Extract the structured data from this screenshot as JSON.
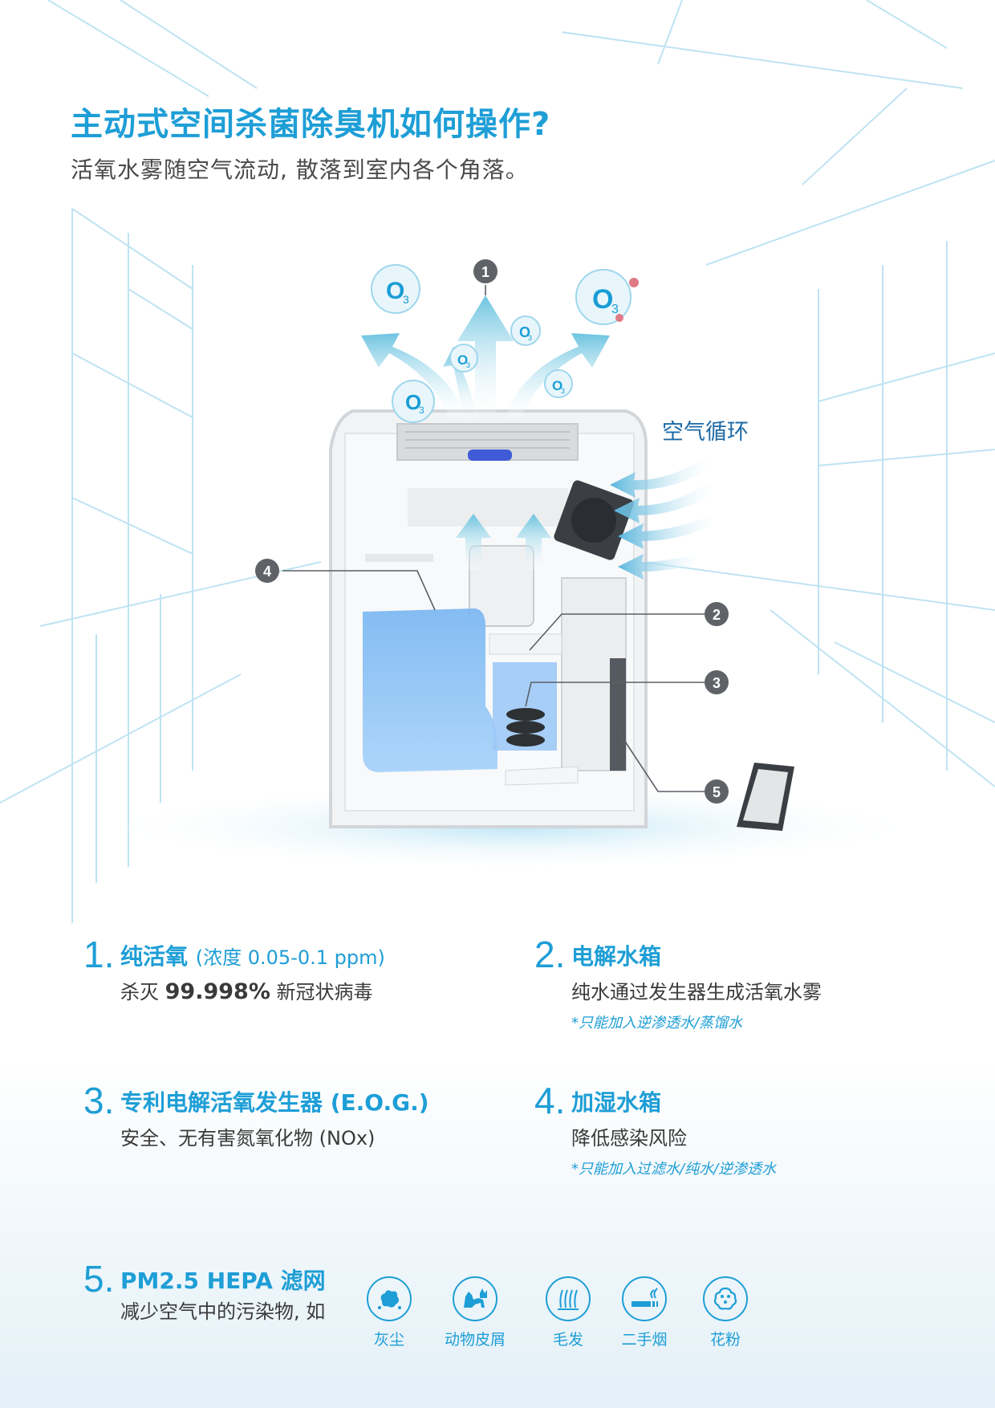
{
  "header": {
    "title": "主动式空间杀菌除臭机如何操作?",
    "subtitle": "活氧水雾随空气流动, 散落到室内各个角落。"
  },
  "diagram": {
    "air_label": "空气循环",
    "callouts": [
      "1",
      "2",
      "3",
      "4",
      "5"
    ],
    "ozone_symbol": "O",
    "ozone_sub": "3",
    "colors": {
      "accent": "#1e9ed6",
      "dark": "#1e6aa6",
      "water": "#8fc4f5"
    }
  },
  "features": [
    {
      "num": "1.",
      "title": "纯活氧",
      "note": "(浓度 0.05-0.1 ppm)",
      "body_pre": "杀灭",
      "body_bold": "99.998%",
      "body_post": "新冠状病毒",
      "footnote": ""
    },
    {
      "num": "2.",
      "title": "电解水箱",
      "note": "",
      "body_pre": "纯水通过发生器生成活氧水雾",
      "body_bold": "",
      "body_post": "",
      "footnote": "*只能加入逆渗透水/蒸馏水"
    },
    {
      "num": "3.",
      "title": "专利电解活氧发生器 (E.O.G.)",
      "note": "",
      "body_pre": "安全、无有害氮氧化物 (NOx)",
      "body_bold": "",
      "body_post": "",
      "footnote": ""
    },
    {
      "num": "4.",
      "title": "加湿水箱",
      "note": "",
      "body_pre": "降低感染风险",
      "body_bold": "",
      "body_post": "",
      "footnote": "*只能加入过滤水/纯水/逆渗透水"
    },
    {
      "num": "5.",
      "title": "PM2.5 HEPA 滤网",
      "note": "",
      "body_pre": "减少空气中的污染物, 如",
      "body_bold": "",
      "body_post": "",
      "footnote": ""
    }
  ],
  "pollutants": [
    {
      "label": "灰尘",
      "icon": "dust-icon"
    },
    {
      "label": "动物皮屑",
      "icon": "pet-dander-icon"
    },
    {
      "label": "毛发",
      "icon": "hair-icon"
    },
    {
      "label": "二手烟",
      "icon": "smoke-icon"
    },
    {
      "label": "花粉",
      "icon": "pollen-icon"
    }
  ]
}
